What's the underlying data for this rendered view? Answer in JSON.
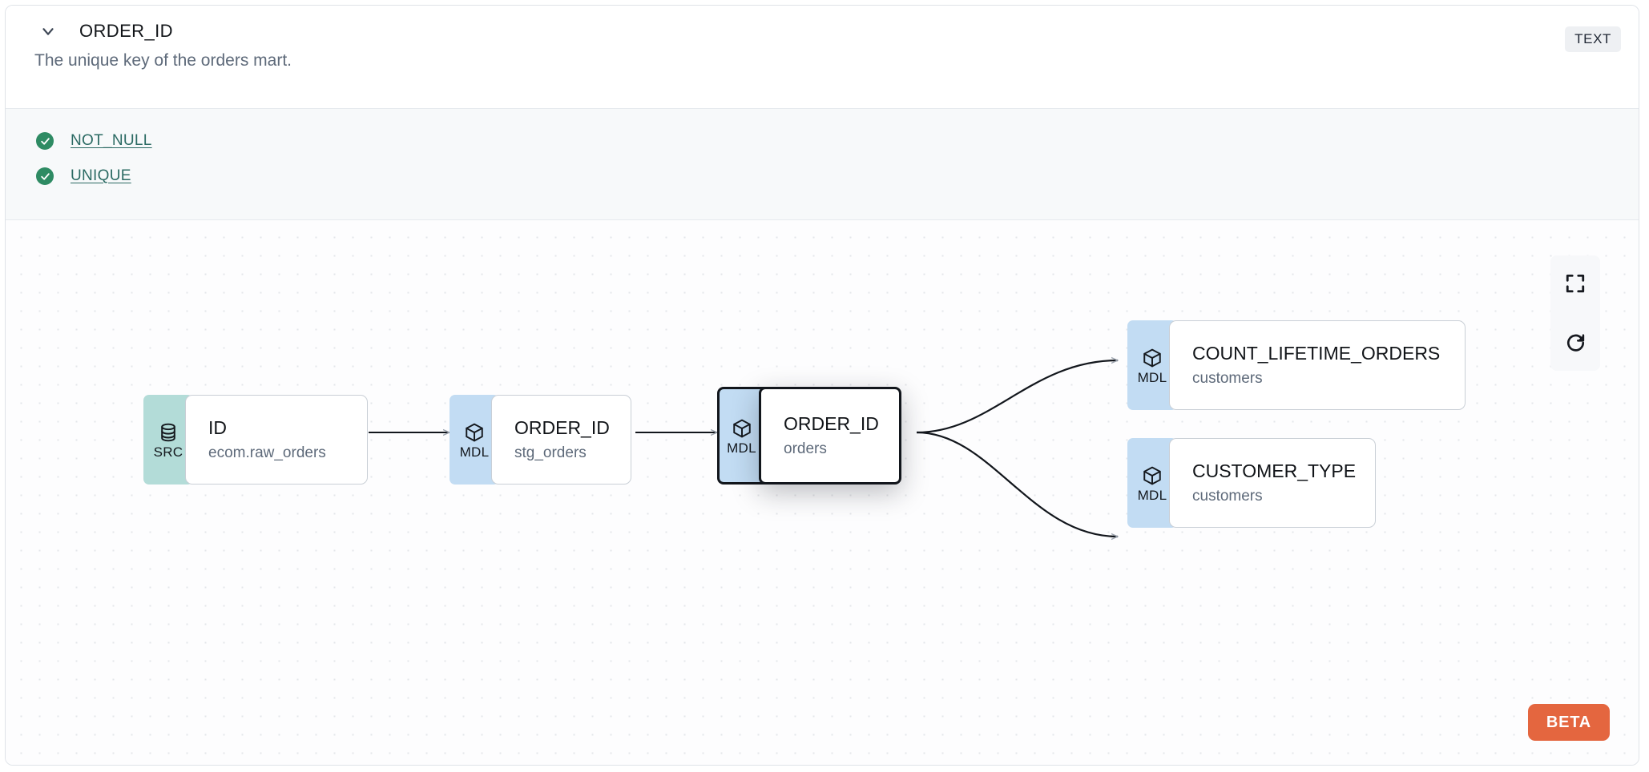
{
  "header": {
    "chevron_icon": "chevron-down-icon",
    "column_name": "ORDER_ID",
    "type_badge": "TEXT",
    "description": "The unique key of the orders mart."
  },
  "tests": {
    "items": [
      {
        "status_icon": "check-circle-icon",
        "label": "NOT_NULL"
      },
      {
        "status_icon": "check-circle-icon",
        "label": "UNIQUE"
      }
    ]
  },
  "lineage": {
    "controls": [
      {
        "icon": "fit-view-icon",
        "title": "Fit view"
      },
      {
        "icon": "refresh-icon",
        "title": "Reset"
      }
    ],
    "beta_label": "BETA",
    "nodes": [
      {
        "id": "src_id",
        "badge": "SRC",
        "badge_icon": "database-icon",
        "name": "ID",
        "subtitle": "ecom.raw_orders"
      },
      {
        "id": "stg",
        "badge": "MDL",
        "badge_icon": "cube-icon",
        "name": "ORDER_ID",
        "subtitle": "stg_orders"
      },
      {
        "id": "orders",
        "badge": "MDL",
        "badge_icon": "cube-icon",
        "name": "ORDER_ID",
        "subtitle": "orders"
      },
      {
        "id": "cnt",
        "badge": "MDL",
        "badge_icon": "cube-icon",
        "name": "COUNT_LIFETIME_ORDERS",
        "subtitle": "customers"
      },
      {
        "id": "ctype",
        "badge": "MDL",
        "badge_icon": "cube-icon",
        "name": "CUSTOMER_TYPE",
        "subtitle": "customers"
      }
    ]
  },
  "colors": {
    "src_badge": "#b3dcd8",
    "mdl_badge": "#c2dcf3",
    "test_pass": "#2e8b63",
    "link": "#2b6a63",
    "beta": "#e4663f"
  }
}
